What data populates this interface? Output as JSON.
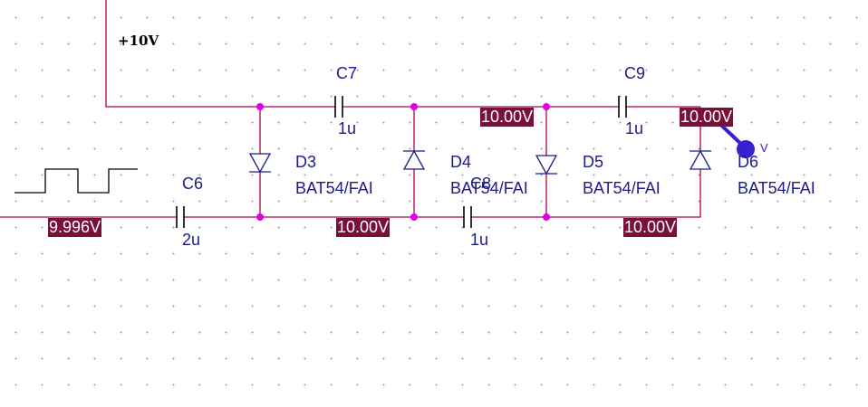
{
  "colors": {
    "wire": "#b0004a",
    "node": "#e000e0",
    "part": "#1c1c8a",
    "probe": "#3a1fd0",
    "voltage_bg": "#7a0f3a"
  },
  "rail_label": "+10V",
  "capacitors": [
    {
      "ref": "C7",
      "value": "1u"
    },
    {
      "ref": "C9",
      "value": "1u"
    },
    {
      "ref": "C6",
      "value": "2u"
    },
    {
      "ref": "C8",
      "value": "1u"
    }
  ],
  "diodes": [
    {
      "ref": "D3",
      "model": "BAT54/FAI"
    },
    {
      "ref": "D4",
      "model": "BAT54/FAI"
    },
    {
      "ref": "D5",
      "model": "BAT54/FAI"
    },
    {
      "ref": "D6",
      "model": "BAT54/FAI"
    }
  ],
  "voltages": [
    "10.00V",
    "10.00V",
    "9.996V",
    "10.00V",
    "10.00V"
  ],
  "probe_label": "V",
  "source_icon": "square-wave-icon"
}
